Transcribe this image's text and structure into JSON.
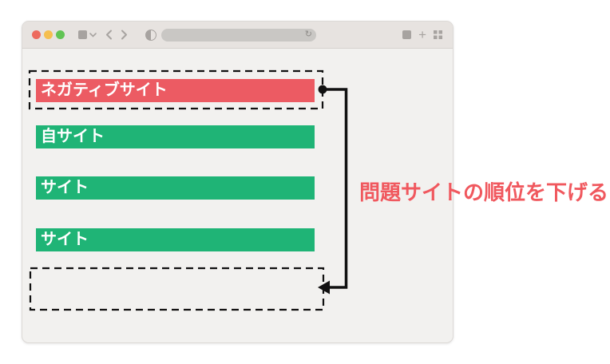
{
  "browser": {
    "traffic_lights": {
      "close_color": "#ed6a5e",
      "minimize_color": "#f5bf4f",
      "zoom_color": "#61c454"
    },
    "titlebar_color": "#e7e3e0",
    "content_color": "#f2f1ef",
    "toolbar_icon_color": "#a7a3a0",
    "url_bar": {
      "value": "",
      "pill_color": "#c9c7c4"
    },
    "refresh_glyph": "↻",
    "new_tab_glyph": "+"
  },
  "results": {
    "items": [
      {
        "label": "ネガティブサイト",
        "kind": "negative",
        "color": "#ec5b63",
        "highlighted": true
      },
      {
        "label": "自サイト",
        "kind": "own",
        "color": "#1fb476",
        "highlighted": false
      },
      {
        "label": "サイト",
        "kind": "other",
        "color": "#1fb476",
        "highlighted": false
      },
      {
        "label": "サイト",
        "kind": "other",
        "color": "#1fb476",
        "highlighted": false
      }
    ],
    "drop_target": {
      "label": ""
    }
  },
  "annotation": {
    "label": "問題サイトの順位を下げる",
    "color": "#f0585e"
  },
  "arrow": {
    "color": "#111111"
  }
}
